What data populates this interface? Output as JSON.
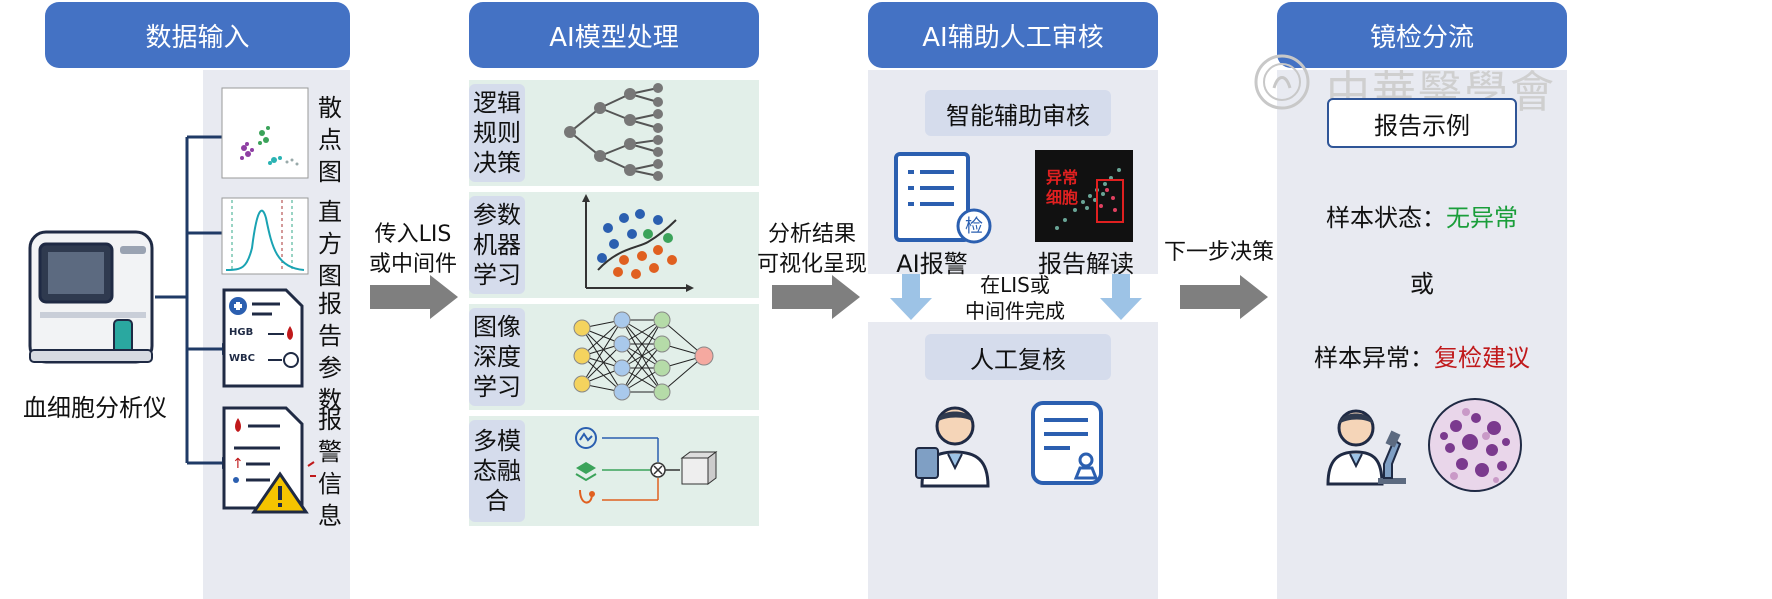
{
  "headers": {
    "col1": "数据输入",
    "col2": "AI模型处理",
    "col3": "AI辅助人工审核",
    "col4": "镜检分流"
  },
  "input": {
    "device": "血细胞分析仪",
    "items": [
      "散点图",
      "直方图",
      "报告参数",
      "报警信息"
    ],
    "param_hgb": "HGB",
    "param_wbc": "WBC"
  },
  "arrows": {
    "a1": "传入LIS\n或中间件",
    "a2": "分析结果\n可视化呈现",
    "a3": "下一步决策"
  },
  "models": [
    "逻辑\n规则\n决策",
    "参数\n机器\n学习",
    "图像\n深度\n学习",
    "多模\n态融\n合"
  ],
  "review": {
    "smart": "智能辅助审核",
    "alarm": "AI报警",
    "check_badge": "检",
    "report_read": "报告解读",
    "abnormal_label": "异常\n细胞",
    "done": "在LIS或\n中间件完成",
    "manual": "人工复核"
  },
  "triage": {
    "example": "报告示例",
    "status_prefix": "样本状态：",
    "status_value": "无异常",
    "or": "或",
    "abn_prefix": "样本异常：",
    "abn_value": "复检建议"
  },
  "watermark": "中華醫學會",
  "colors": {
    "header": "#4472c4",
    "panel": "#e8eaf1",
    "model_bg": "#e2efe9",
    "arrow": "#7f7f7f",
    "normal": "#1a9e3a",
    "abnormal": "#c0191b"
  }
}
